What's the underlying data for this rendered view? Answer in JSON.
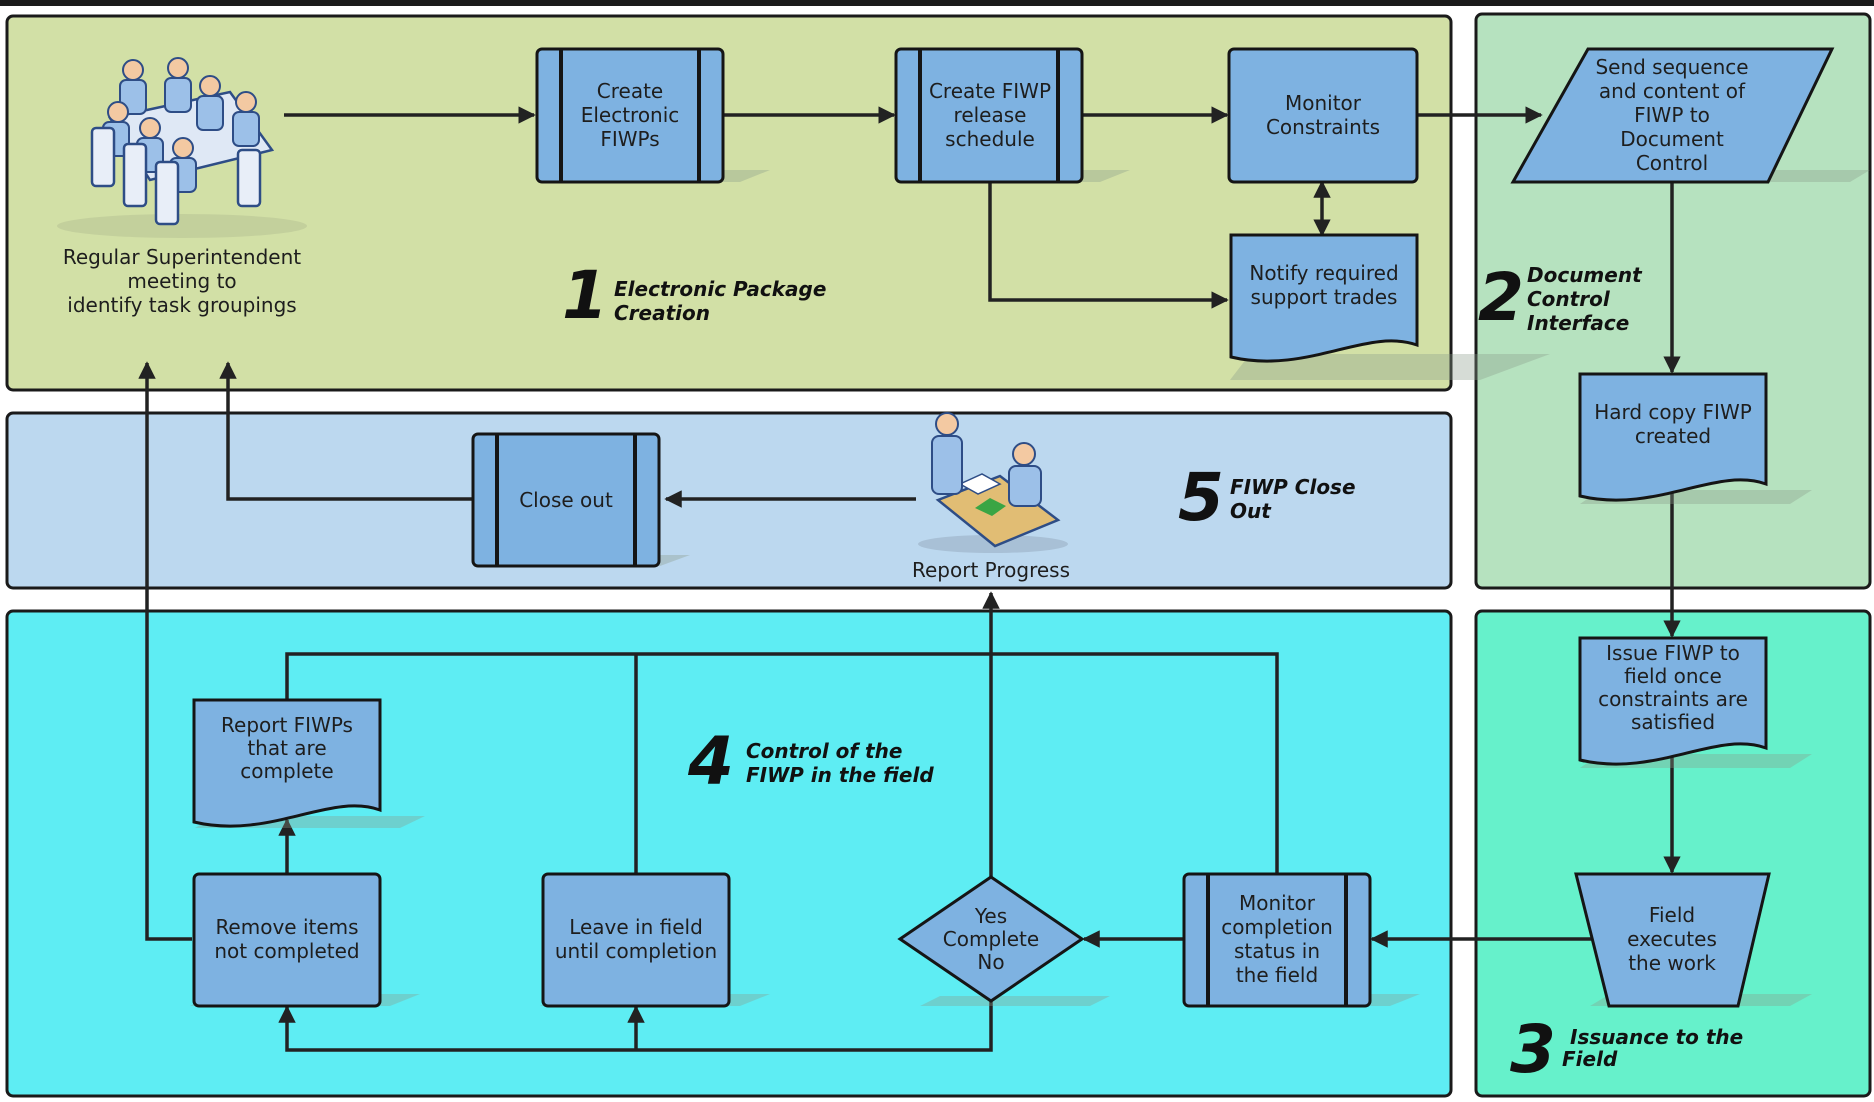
{
  "colors": {
    "panel1": "#d2e0a6",
    "panel2": "#b6e2bf",
    "panel3": "#66f1cb",
    "panel4": "#5eedf3",
    "panel5": "#bcd8ef",
    "shape_fill": "#7eb2e1"
  },
  "panels": {
    "p1": {
      "number": "1",
      "title1": "Electronic Package",
      "title2": "Creation"
    },
    "p2": {
      "number": "2",
      "title1": "Document",
      "title2": "Control",
      "title3": "Interface"
    },
    "p3": {
      "number": "3",
      "title1": "Issuance to the",
      "title2": "Field"
    },
    "p4": {
      "number": "4",
      "title1": "Control of the",
      "title2": "FIWP in the field"
    },
    "p5": {
      "number": "5",
      "title1": "FIWP Close",
      "title2": "Out"
    }
  },
  "nodes": {
    "meeting": {
      "line1": "Regular Superintendent",
      "line2": "meeting to",
      "line3": "identify task groupings"
    },
    "create_efiwps": {
      "line1": "Create",
      "line2": "Electronic",
      "line3": "FIWPs"
    },
    "release_schedule": {
      "line1": "Create FIWP",
      "line2": "release",
      "line3": "schedule"
    },
    "monitor_constraints": {
      "line1": "Monitor",
      "line2": "Constraints"
    },
    "notify_trades": {
      "line1": "Notify required",
      "line2": "support trades"
    },
    "send_sequence": {
      "line1": "Send sequence",
      "line2": "and content of",
      "line3": "FIWP to",
      "line4": "Document",
      "line5": "Control"
    },
    "hard_copy": {
      "line1": "Hard copy FIWP",
      "line2": "created"
    },
    "issue_fiwp": {
      "line1": "Issue FIWP to",
      "line2": "field once",
      "line3": "constraints are",
      "line4": "satisfied"
    },
    "field_executes": {
      "line1": "Field",
      "line2": "executes",
      "line3": "the work"
    },
    "monitor_completion": {
      "line1": "Monitor",
      "line2": "completion",
      "line3": "status in",
      "line4": "the field"
    },
    "decision": {
      "line1": "Yes",
      "line2": "Complete",
      "line3": "No"
    },
    "leave_in_field": {
      "line1": "Leave in field",
      "line2": "until completion"
    },
    "remove_items": {
      "line1": "Remove items",
      "line2": "not completed"
    },
    "report_complete": {
      "line1": "Report FIWPs",
      "line2": "that are",
      "line3": "complete"
    },
    "report_progress": {
      "line1": "Report Progress"
    },
    "close_out": {
      "line1": "Close out"
    }
  }
}
